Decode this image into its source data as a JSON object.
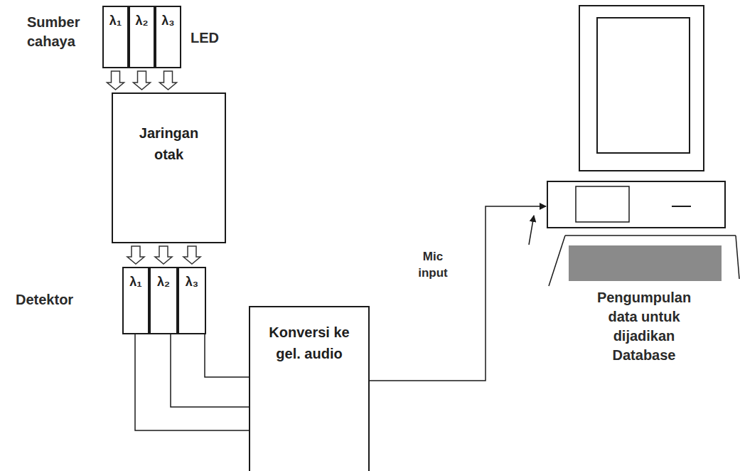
{
  "diagram": {
    "nodes": [
      {
        "text": [
          "λ₁"
        ]
      },
      {
        "text": [
          "λ₂"
        ]
      },
      {
        "text": [
          "λ₃"
        ]
      },
      {
        "text": [
          "Jaringan otak"
        ]
      },
      {
        "text": [
          "λ₁"
        ]
      },
      {
        "text": [
          "λ₂"
        ]
      },
      {
        "text": [
          "λ₃"
        ]
      },
      {
        "text": [
          "Konversi ke gel. audio"
        ]
      }
    ],
    "edges": [
      {
        "from": 0,
        "to": 3,
        "arrow": "to"
      },
      {
        "from": 1,
        "to": 3,
        "arrow": "to"
      },
      {
        "from": 2,
        "to": 3,
        "arrow": "to"
      },
      {
        "from": 3,
        "to": 4,
        "arrow": "to"
      },
      {
        "from": 3,
        "to": 5,
        "arrow": "to"
      },
      {
        "from": 3,
        "to": 6,
        "arrow": "to"
      },
      {
        "from": 4,
        "to": 7,
        "arrow": "none"
      },
      {
        "from": 5,
        "to": 7,
        "arrow": "none"
      },
      {
        "from": 6,
        "to": 7,
        "arrow": "none"
      }
    ],
    "labels": [
      "Sumber cahaya",
      "LED",
      "Detektor",
      "Mic input",
      "Pengumpulan data untuk dijadikan Database"
    ]
  }
}
